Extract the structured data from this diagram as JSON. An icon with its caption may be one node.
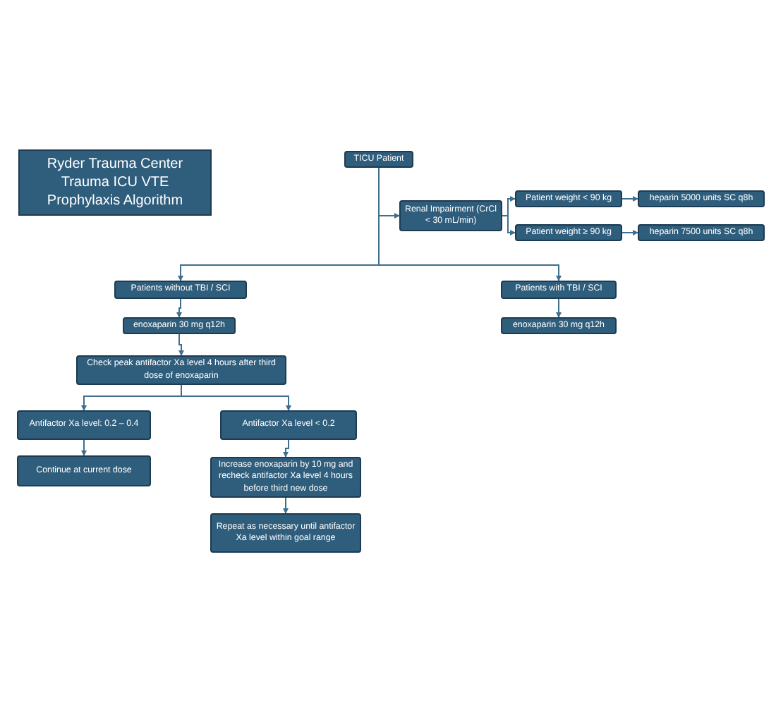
{
  "diagram": {
    "title": "Ryder Trauma Center Trauma ICU VTE Prophylaxis Algorithm",
    "nodes": [
      {
        "text": [
          "TICU Patient"
        ]
      },
      {
        "text": [
          "Renal Impairment (CrCl < 30 mL/min)"
        ]
      },
      {
        "text": [
          "Patient weight < 90 kg"
        ]
      },
      {
        "text": [
          "Patient weight ≥ 90 kg"
        ]
      },
      {
        "text": [
          "heparin 5000 units SC q8h"
        ]
      },
      {
        "text": [
          "heparin 7500 units SC q8h"
        ]
      },
      {
        "text": [
          "Patients without TBI / SCI"
        ]
      },
      {
        "text": [
          "enoxaparin 30 mg q12h"
        ]
      },
      {
        "text": [
          "Check peak antifactor Xa level 4 hours after third dose of enoxaparin"
        ]
      },
      {
        "text": [
          "Patients with TBI / SCI"
        ]
      },
      {
        "text": [
          "enoxaparin 30 mg q12h"
        ]
      },
      {
        "text": [
          "Antifactor Xa level: 0.2 – 0.4"
        ]
      },
      {
        "text": [
          "Antifactor Xa level < 0.2"
        ]
      },
      {
        "text": [
          "Continue at current dose"
        ]
      },
      {
        "text": [
          "Increase enoxaparin by 10 mg and recheck antifactor Xa level 4 hours before third new dose"
        ]
      },
      {
        "text": [
          "Repeat as necessary until antifactor Xa level within goal range"
        ]
      }
    ],
    "edges": [
      {
        "from": 0,
        "to": 1,
        "arrow": "to"
      },
      {
        "from": 0,
        "to": 6,
        "arrow": "to"
      },
      {
        "from": 0,
        "to": 9,
        "arrow": "to"
      },
      {
        "from": 1,
        "to": 2,
        "arrow": "to"
      },
      {
        "from": 1,
        "to": 3,
        "arrow": "to"
      },
      {
        "from": 2,
        "to": 4,
        "arrow": "to"
      },
      {
        "from": 3,
        "to": 5,
        "arrow": "to"
      },
      {
        "from": 6,
        "to": 7,
        "arrow": "to"
      },
      {
        "from": 7,
        "to": 8,
        "arrow": "to"
      },
      {
        "from": 8,
        "to": 11,
        "arrow": "to"
      },
      {
        "from": 8,
        "to": 12,
        "arrow": "to"
      },
      {
        "from": 11,
        "to": 13,
        "arrow": "to"
      },
      {
        "from": 12,
        "to": 14,
        "arrow": "to"
      },
      {
        "from": 14,
        "to": 15,
        "arrow": "to"
      },
      {
        "from": 9,
        "to": 10,
        "arrow": "to"
      }
    ]
  }
}
